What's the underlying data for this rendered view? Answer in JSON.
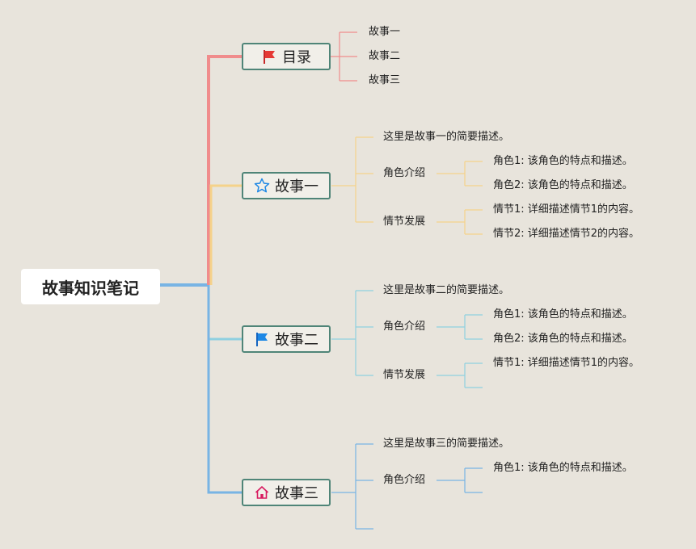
{
  "title": "故事知识笔记",
  "colors": {
    "toc": "#f08c8c",
    "story1": "#f5d28a",
    "story2": "#8fd0e0",
    "story3": "#78b4e4",
    "border": "#4f8578"
  },
  "toc": {
    "label": "目录",
    "icon": "red-flag-icon",
    "items": [
      "故事一",
      "故事二",
      "故事三"
    ]
  },
  "story1": {
    "label": "故事一",
    "icon": "star-icon",
    "desc": "这里是故事一的简要描述。",
    "roles_label": "角色介绍",
    "roles": [
      "角色1: 该角色的特点和描述。",
      "角色2: 该角色的特点和描述。"
    ],
    "plot_label": "情节发展",
    "plots": [
      "情节1: 详细描述情节1的内容。",
      "情节2: 详细描述情节2的内容。"
    ]
  },
  "story2": {
    "label": "故事二",
    "icon": "blue-flag-icon",
    "desc": "这里是故事二的简要描述。",
    "roles_label": "角色介绍",
    "roles": [
      "角色1: 该角色的特点和描述。",
      "角色2: 该角色的特点和描述。"
    ],
    "plot_label": "情节发展",
    "plots": [
      "情节1: 详细描述情节1的内容。"
    ]
  },
  "story3": {
    "label": "故事三",
    "icon": "home-icon",
    "desc": "这里是故事三的简要描述。",
    "roles_label": "角色介绍",
    "roles": [
      "角色1: 该角色的特点和描述。"
    ]
  }
}
